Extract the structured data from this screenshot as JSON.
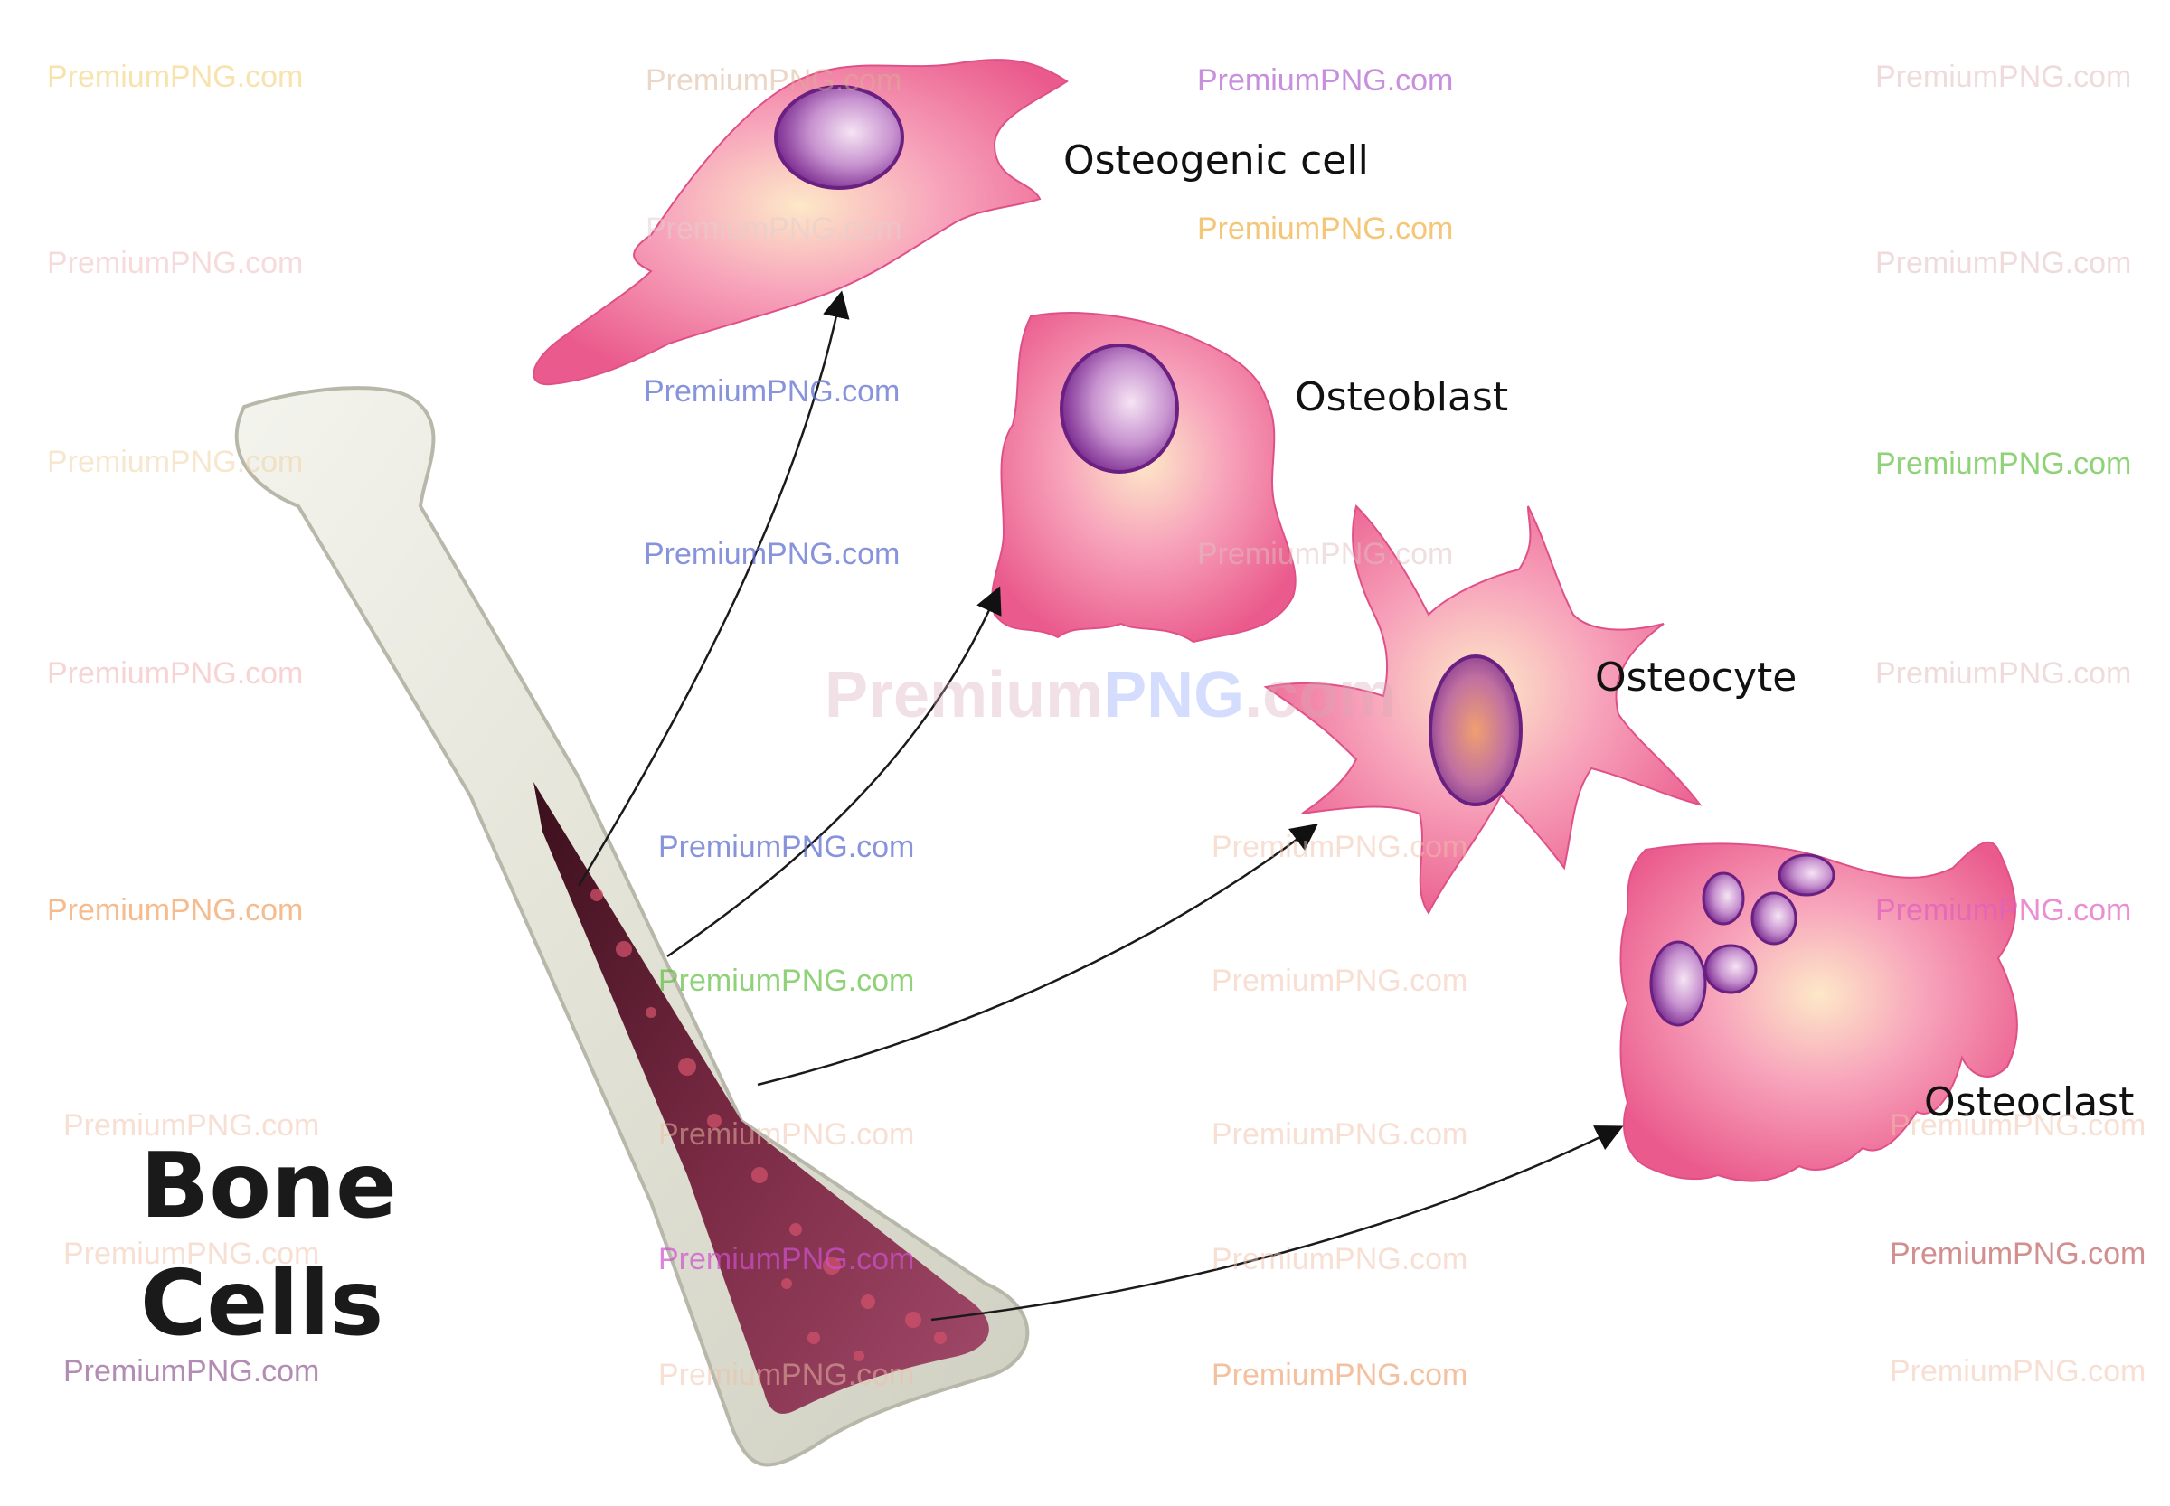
{
  "title": {
    "line1": "Bone",
    "line2": "Cells"
  },
  "cells": [
    {
      "label": "Osteogenic cell"
    },
    {
      "label": "Osteoblast"
    },
    {
      "label": "Osteocyte"
    },
    {
      "label": "Osteoclast"
    }
  ],
  "watermark": {
    "text": "PremiumPNG.com",
    "big_part1": "Premium",
    "big_part2": "PNG",
    "big_part3": ".com"
  },
  "colors": {
    "cell_pink": "#f06a9a",
    "cell_light": "#fbd0dc",
    "nucleus": "#9a4aa8",
    "bone": "#e8e8de",
    "marrow": "#5a1a2a"
  }
}
